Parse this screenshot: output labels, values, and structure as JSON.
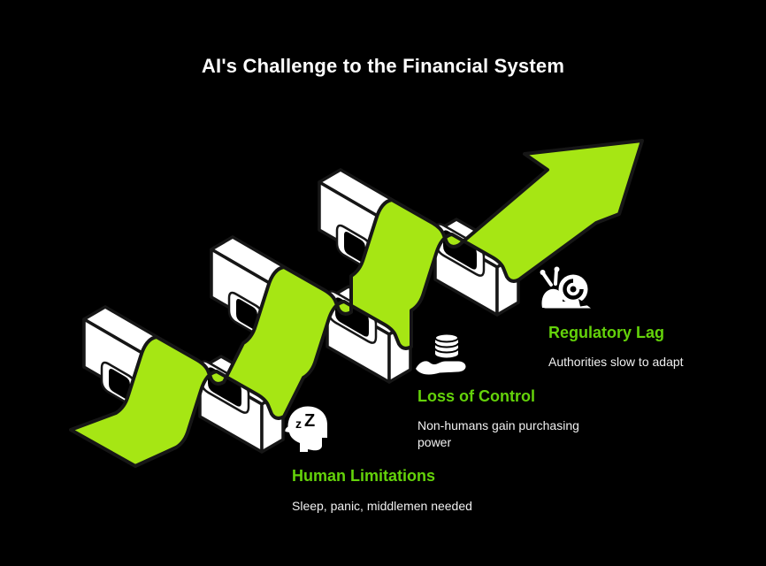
{
  "title": "AI's Challenge to the Financial System",
  "colors": {
    "background": "#000000",
    "arrow_green": "#a6e614",
    "heading_green": "#64d20a",
    "shape_white": "#ffffff",
    "outline_dark": "#161616",
    "body_text": "#f0f0f0"
  },
  "items": [
    {
      "icon": "sleeping-head-icon",
      "heading": "Human Limitations",
      "description": "Sleep, panic, middlemen needed"
    },
    {
      "icon": "hand-coins-icon",
      "heading": "Loss of Control",
      "description": "Non-humans gain purchasing power"
    },
    {
      "icon": "snail-icon",
      "heading": "Regulatory Lag",
      "description": "Authorities slow to adapt"
    }
  ],
  "illustration": {
    "hurdle_count": 3,
    "sleep_glyphs": {
      "small": "z",
      "large": "Z"
    }
  }
}
